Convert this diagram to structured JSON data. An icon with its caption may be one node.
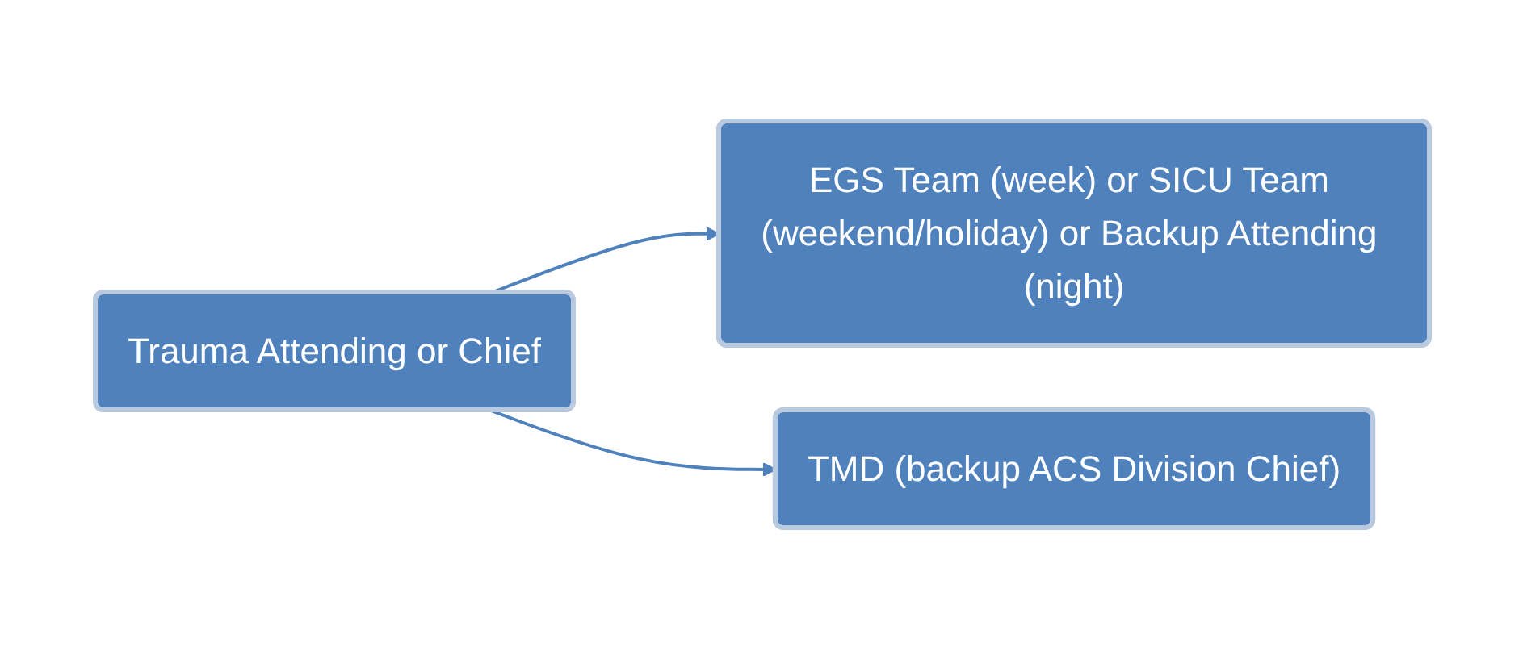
{
  "diagram": {
    "nodes": [
      {
        "text": [
          "Trauma Attending or Chief"
        ]
      },
      {
        "text": [
          "EGS Team (week) or SICU Team (weekend/holiday) or Backup Attending (night)"
        ]
      },
      {
        "text": [
          "TMD (backup ACS Division Chief)"
        ]
      }
    ],
    "edges": [
      {
        "from": 0,
        "to": 1,
        "arrow": "to"
      },
      {
        "from": 0,
        "to": 2,
        "arrow": "to"
      }
    ]
  }
}
